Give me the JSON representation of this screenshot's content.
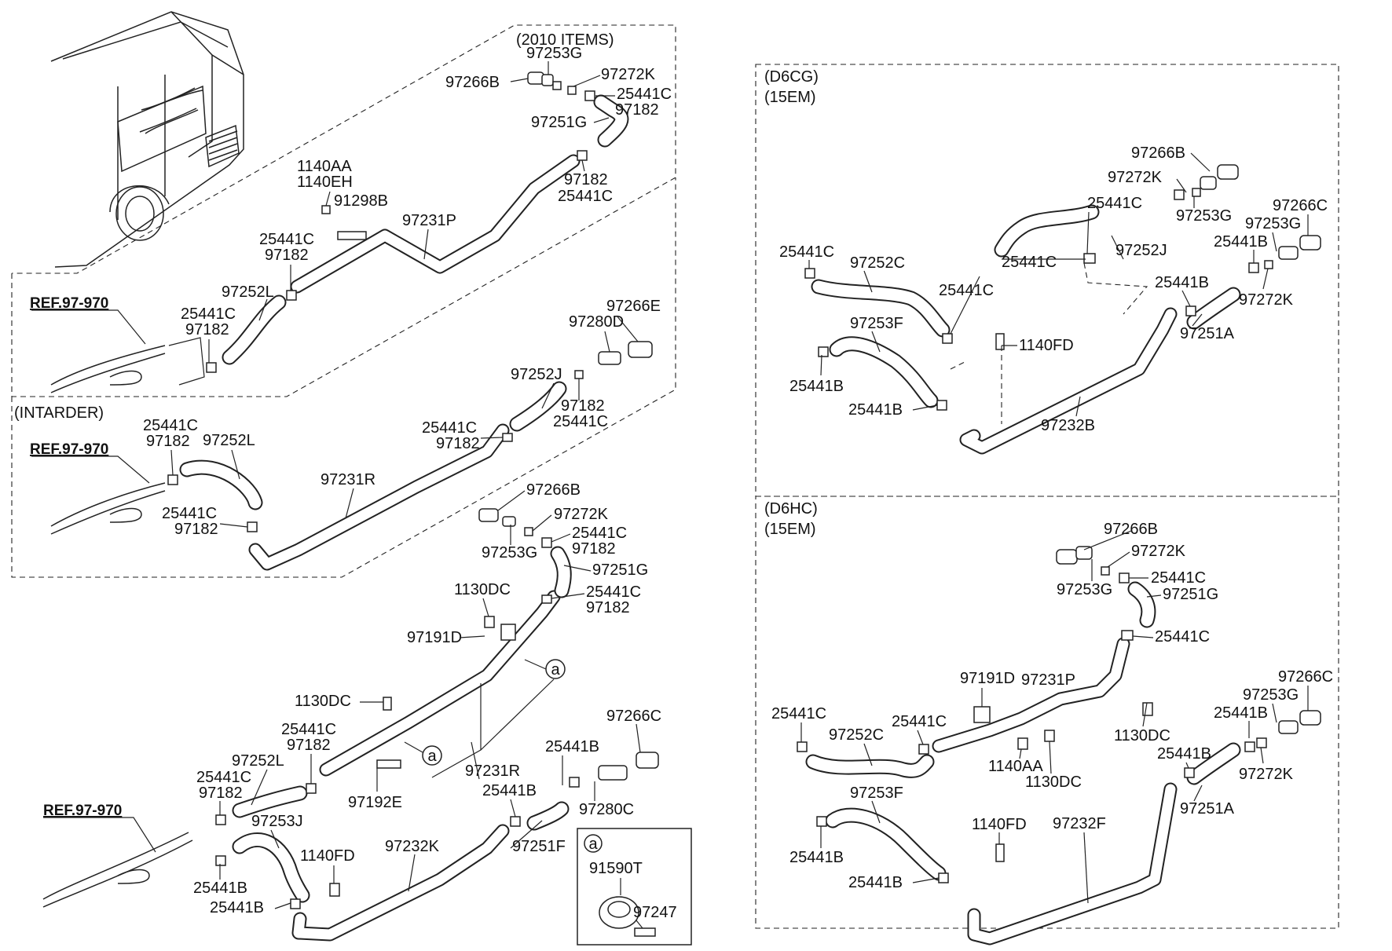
{
  "section_labels": {
    "items_2010": "(2010 ITEMS)",
    "intarder": "(INTARDER)",
    "d6cg": "(D6CG)",
    "d6cg_sub": "(15EM)",
    "d6hc": "(D6HC)",
    "d6hc_sub": "(15EM)",
    "ref_1": "REF.97-970",
    "ref_2": "REF.97-970",
    "ref_3": "REF.97-970",
    "callout_a_1": "a",
    "callout_a_2": "a",
    "callout_a_box": "a"
  },
  "labels": {
    "L1": "97253G",
    "L2": "97266B",
    "L3": "97272K",
    "L4": "25441C",
    "L5": "97182",
    "L6": "97251G",
    "L7": "97182",
    "L8": "25441C",
    "L9": "1140AA",
    "L10": "1140EH",
    "L11": "91298B",
    "L12": "97231P",
    "L13": "25441C",
    "L14": "97182",
    "L15": "97252L",
    "L16": "25441C",
    "L17": "97182",
    "L18": "97266E",
    "L19": "97280D",
    "L20": "97252J",
    "L21": "97182",
    "L22": "25441C",
    "L23": "25441C",
    "L24": "97182",
    "L25": "97252L",
    "L26": "25441C",
    "L27": "97182",
    "L28": "97231R",
    "L29": "25441C",
    "L30": "97182",
    "L31": "97266B",
    "L32": "97272K",
    "L33": "25441C",
    "L34": "97182",
    "L35": "97253G",
    "L36": "97251G",
    "L37": "1130DC",
    "L38": "25441C",
    "L39": "97182",
    "L40": "97191D",
    "L41": "1130DC",
    "L42": "25441C",
    "L43": "97182",
    "L44": "97252L",
    "L45": "25441C",
    "L46": "97182",
    "L47": "97253J",
    "L48": "97192E",
    "L49": "97231R",
    "L50": "25441B",
    "L51": "97266C",
    "L52": "25441B",
    "L53": "97280C",
    "L54": "97251F",
    "L55": "1140FD",
    "L56": "97232K",
    "L57": "25441B",
    "L58": "25441B",
    "L59": "91590T",
    "L60": "97247",
    "R1": "97266B",
    "R2": "97272K",
    "R3": "25441C",
    "R4": "97253G",
    "R5": "97266C",
    "R6": "97253G",
    "R7": "25441C",
    "R8": "97252C",
    "R9": "25441C",
    "R10": "97252J",
    "R11": "25441B",
    "R12": "25441C",
    "R13": "25441B",
    "R14": "97272K",
    "R15": "97253F",
    "R16": "97251A",
    "R17": "1140FD",
    "R18": "25441B",
    "R19": "25441B",
    "R20": "97232B",
    "R21": "97266B",
    "R22": "97272K",
    "R23": "25441C",
    "R24": "97253G",
    "R25": "97251G",
    "R26": "25441C",
    "R27": "97191D",
    "R28": "97231P",
    "R29": "97266C",
    "R30": "97253G",
    "R31": "25441C",
    "R32": "25441C",
    "R33": "25441B",
    "R34": "97252C",
    "R35": "1130DC",
    "R36": "25441B",
    "R37": "1140AA",
    "R38": "97272K",
    "R39": "1130DC",
    "R40": "97253F",
    "R41": "97251A",
    "R42": "1140FD",
    "R43": "97232F",
    "R44": "25441B",
    "R45": "25441B"
  }
}
